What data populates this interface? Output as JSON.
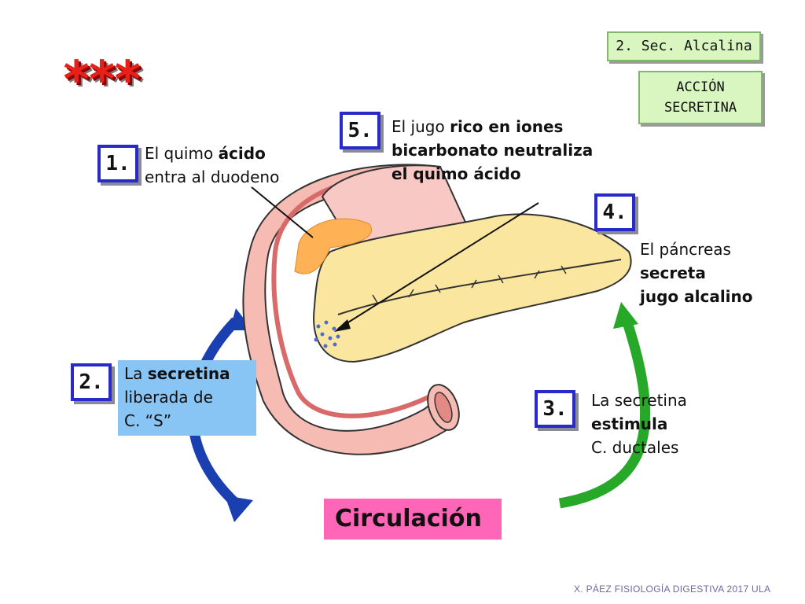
{
  "header": {
    "stars": "***",
    "section_label": "2. Sec. Alcalina",
    "action_line1": "ACCIÓN",
    "action_line2": "SECRETINA"
  },
  "steps": [
    {
      "number": "1.",
      "lines": [
        [
          "El quimo ",
          "ácido"
        ],
        [
          "entra al duodeno"
        ]
      ]
    },
    {
      "number": "2.",
      "lines": [
        [
          "La ",
          "secretina"
        ],
        [
          "liberada de"
        ],
        [
          "C. “S”"
        ]
      ]
    },
    {
      "number": "3.",
      "lines": [
        [
          "La secretina"
        ],
        [
          "estimula"
        ],
        [
          "C. ductales"
        ]
      ]
    },
    {
      "number": "4.",
      "lines": [
        [
          "El páncreas"
        ],
        [
          "secreta"
        ],
        [
          "jugo alcalino"
        ]
      ]
    },
    {
      "number": "5.",
      "lines": [
        [
          "El jugo ",
          "rico en iones"
        ],
        [
          "bicarbonato neutraliza"
        ],
        [
          "el quimo ácido"
        ]
      ]
    }
  ],
  "circulation_label": "Circulación",
  "footer": "X. PÁEZ   FISIOLOGÍA DIGESTIVA 2017  ULA",
  "colors": {
    "step_border": "#2a2ac8",
    "blue_arrow": "#1a3fb0",
    "green_arrow": "#28a828",
    "circulation_bg": "#ff66b8",
    "secretina_bg": "#88c4f4",
    "header_bg": "#d9f5c0",
    "pancreas": "#fbe6a0",
    "duodenum": "#f4a4a4",
    "chyme": "#ffb155"
  }
}
